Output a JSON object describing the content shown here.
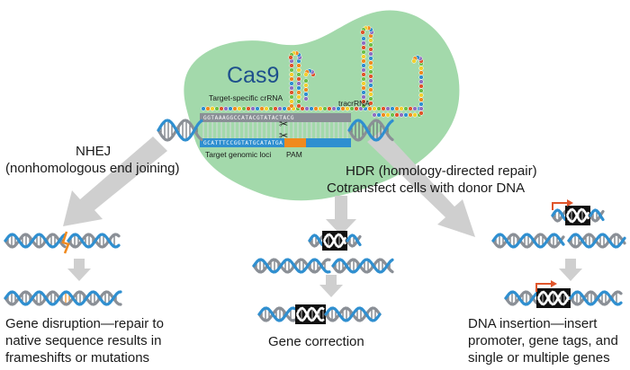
{
  "protein": {
    "name": "Cas9"
  },
  "rna_labels": {
    "crrna": "Target-specific crRNA",
    "tracrrna": "tracrRNA"
  },
  "dna_labels": {
    "top_sequence": "GGTAAAGGCCATACGTATACTACG",
    "bottom_sequence": "GCATTTCCGGTATGCATATGA",
    "target_loci": "Target genomic loci",
    "pam": "PAM"
  },
  "pathways": {
    "nhej": {
      "line1": "NHEJ",
      "line2": "(nonhomologous end joining)"
    },
    "hdr": {
      "line1": "HDR (homology-directed repair)",
      "line2": "Cotransfect cells with donor DNA"
    }
  },
  "outcomes": {
    "disruption": {
      "line1": "Gene disruption—repair to",
      "line2": "native sequence results in",
      "line3": "frameshifts or mutations"
    },
    "correction": {
      "line1": "Gene correction"
    },
    "insertion": {
      "line1": "DNA insertion—insert",
      "line2": "promoter, gene tags, and",
      "line3": "single or multiple genes"
    }
  },
  "colors": {
    "blob": "#a3d9ab",
    "helix_gray": "#8a8f96",
    "helix_blue": "#2f8fd0",
    "helix_orange": "#f08a1e",
    "arrow_gray": "#cfcfcf",
    "cas9_text": "#1d4f8c",
    "promoter_arrow": "#e0552b"
  }
}
